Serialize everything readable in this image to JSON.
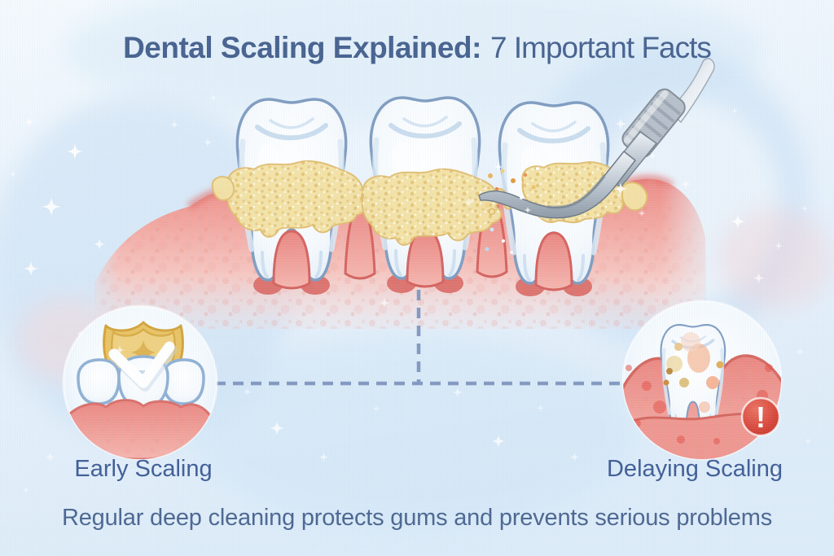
{
  "title": {
    "emphasis": "Dental Scaling Explained:",
    "rest": "7 Important Facts"
  },
  "callouts": [
    {
      "id": "early",
      "label": "Early Scaling"
    },
    {
      "id": "delaying",
      "label": "Delaying Scaling"
    }
  ],
  "footer": {
    "message": "Regular deep cleaning protects gums and prevents serious problems"
  },
  "icons": {
    "early_badge_icon": "shield-check-icon",
    "delaying_badge_icon": "warning-exclamation-icon",
    "tool_icon": "dental-scaler-icon",
    "warning_glyph": "!"
  },
  "colors": {
    "title_text": "#46618e",
    "caption_text": "#3e5c95",
    "footer_text": "#4a6590",
    "background": "#e9f2fa",
    "gum_pink": "#f0948f",
    "gum_rim": "#e2736e",
    "tartar_yellow": "#f3e2a4",
    "tooth_outline": "#7f9cc0",
    "shield_gold": "#e9c363",
    "warning_red": "#d8473a",
    "connector_blue": "#8298c0",
    "metal_gray": "#9aa6b2"
  }
}
